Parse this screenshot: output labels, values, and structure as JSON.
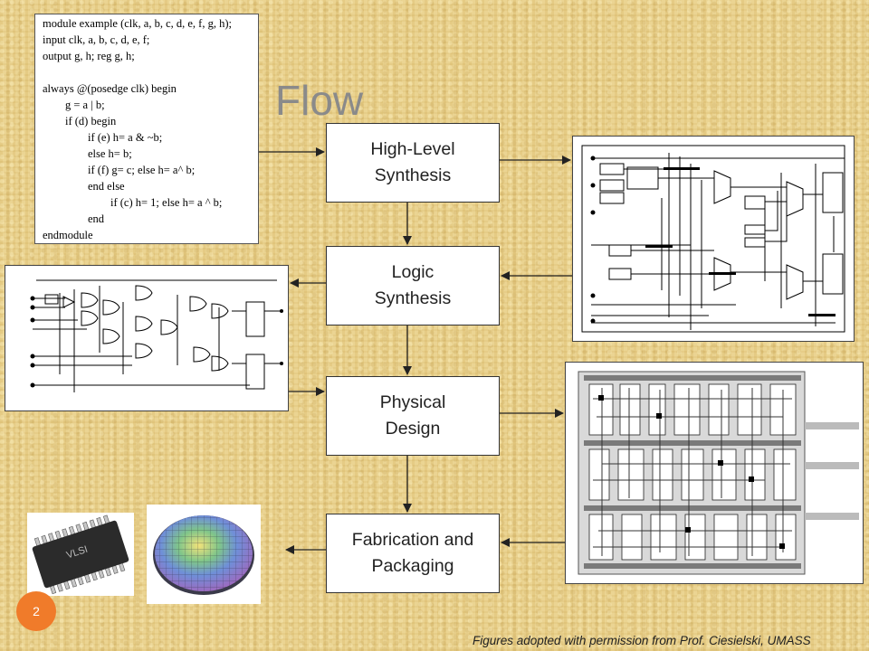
{
  "title": "Flow",
  "code_lines": [
    "module example (clk, a, b, c, d, e, f, g, h);",
    "input clk, a, b, c, d, e, f;",
    "output g, h; reg g, h;",
    "",
    "always @(posedge clk) begin",
    "        g = a | b;",
    "        if (d) begin",
    "                if (e) h= a & ~b;",
    "                else h= b;",
    "                if (f) g= c; else h= a^ b;",
    "                end else",
    "                        if (c) h= 1; else h= a ^ b;",
    "                end",
    "endmodule"
  ],
  "steps": [
    "High-Level\nSynthesis",
    "Logic\nSynthesis",
    "Physical\nDesign",
    "Fabrication and\nPackaging"
  ],
  "chip_label": "VLSI",
  "page_number": "2",
  "credit": "Figures adopted with permission from Prof. Ciesielski, UMASS",
  "colors": {
    "page_number_bg": "#f07b2a",
    "title": "#8a8a8a",
    "background": "#e7cf8a"
  }
}
